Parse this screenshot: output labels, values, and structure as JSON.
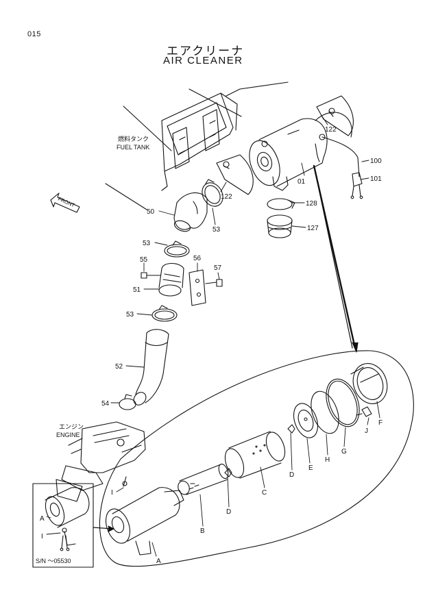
{
  "header": {
    "page_number": "015",
    "title_jp": "エアクリーナ",
    "title_en": "AIR CLEANER"
  },
  "labels": {
    "fuel_tank_jp": "燃料タンク",
    "fuel_tank_en": "FUEL TANK",
    "engine_jp": "エンジン",
    "engine_en": "ENGINE",
    "front": "FRONT"
  },
  "callouts": {
    "p122a": "122",
    "p122b": "122",
    "p100": "100",
    "p101": "101",
    "p01": "01",
    "p128": "128",
    "p127": "127",
    "p50": "50",
    "p53a": "53",
    "p53b": "53",
    "p53c": "53",
    "p55": "55",
    "p56": "56",
    "p57": "57",
    "p51": "51",
    "p52": "52",
    "p54": "54",
    "pA": "A",
    "pB": "B",
    "pC": "C",
    "pD1": "D",
    "pD2": "D",
    "pE": "E",
    "pF": "F",
    "pG": "G",
    "pH": "H",
    "pI": "I",
    "pJ": "J",
    "inset_A": "A",
    "inset_I": "I"
  },
  "inset": {
    "serial_note": "S/N ～05530"
  }
}
